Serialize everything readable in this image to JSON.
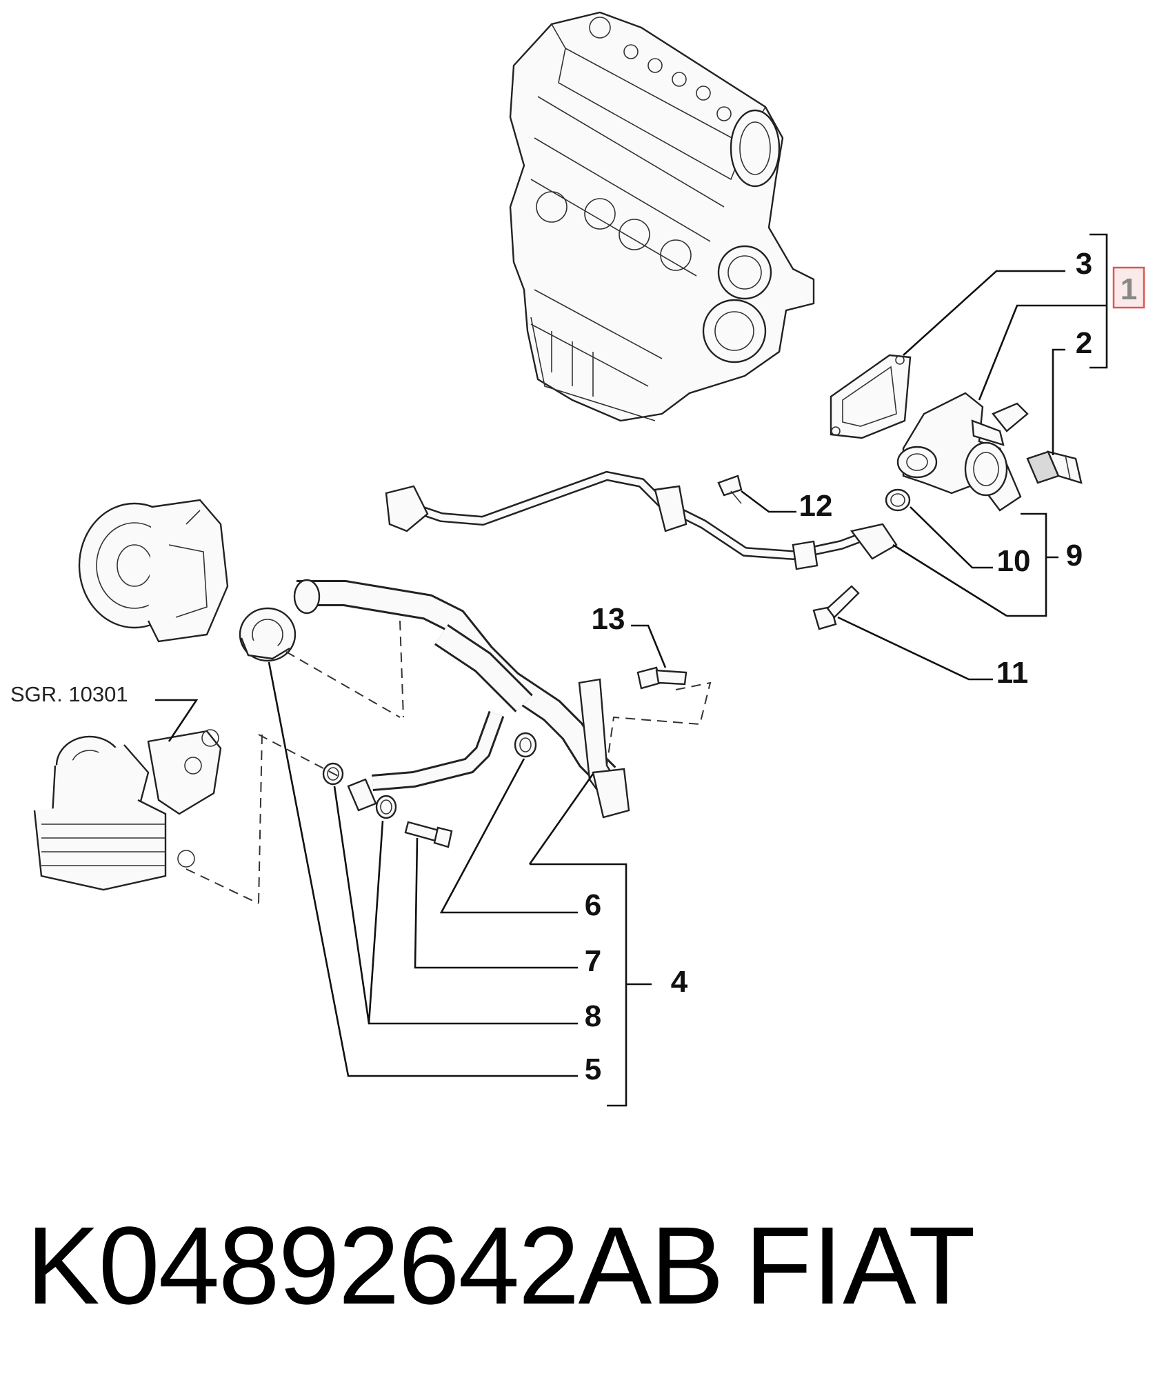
{
  "callouts": {
    "c1": "1",
    "c2": "2",
    "c3": "3",
    "c4": "4",
    "c5": "5",
    "c6": "6",
    "c7": "7",
    "c8": "8",
    "c9": "9",
    "c10": "10",
    "c11": "11",
    "c12": "12",
    "c13": "13"
  },
  "reference_label": "SGR. 10301",
  "footer": {
    "part_number": "K04892642AB",
    "brand": "FIAT"
  },
  "colors": {
    "line": "#111111",
    "highlight_box": "#e05555",
    "background": "#ffffff"
  }
}
